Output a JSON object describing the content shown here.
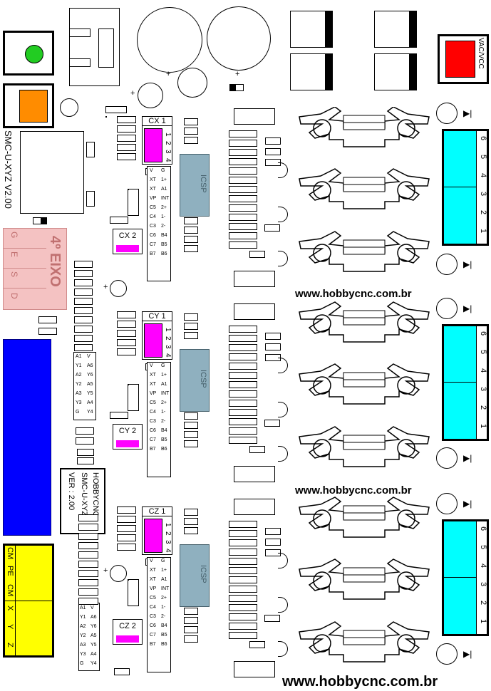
{
  "board": {
    "title_vertical": "SMC-U-XYZ  V2.00",
    "axis4_label": "4º  EIXO",
    "axis4_pins": [
      "G",
      "E",
      "S",
      "D"
    ],
    "power_label": "VAC/VCC",
    "logo_lines": [
      "HOBBYCNC",
      "SMC-U-XYZ",
      "VER : 2.00"
    ],
    "website": "www.hobbycnc.com.br",
    "icsp_label": "ICSP",
    "plus_sign": "+",
    "terminal_pins": [
      "1",
      "2",
      "3",
      "4",
      "5",
      "6"
    ],
    "input_labels": [
      "CM",
      "PE",
      "CM",
      "X",
      "Y",
      "Z"
    ]
  },
  "jumpers": {
    "cx1": "CX 1",
    "cx2": "CX 2",
    "cy1": "CY 1",
    "cy2": "CY 2",
    "cz1": "CZ 1",
    "cz2": "CZ 2",
    "jumper_pins": [
      "1",
      "2",
      "3",
      "4"
    ]
  },
  "ic_pins_pic": {
    "left": [
      "V",
      "XT",
      "XT",
      "VP",
      "C5",
      "C4",
      "C3",
      "C6",
      "C7",
      "B7"
    ],
    "right": [
      "G",
      "1+",
      "A1",
      "INT",
      "2+",
      "1-",
      "2-",
      "B4",
      "B5",
      "B6"
    ]
  },
  "ic_pins_buf": {
    "left": [
      "A1",
      "Y1",
      "A2",
      "Y2",
      "A3",
      "Y3",
      "G"
    ],
    "right": [
      "V",
      "A6",
      "Y6",
      "A5",
      "Y5",
      "A4",
      "Y4"
    ]
  },
  "colors": {
    "led_green": "#22cc22",
    "led_orange": "#ff8c00",
    "power_red": "#ff0000",
    "terminal_cyan": "#00ffff",
    "connector_pink": "#f4c2c2",
    "blue_block": "#0000ff",
    "yellow_block": "#ffff00",
    "jumper_magenta": "#ff00ff",
    "icsp_steel": "#8fb0bf"
  }
}
